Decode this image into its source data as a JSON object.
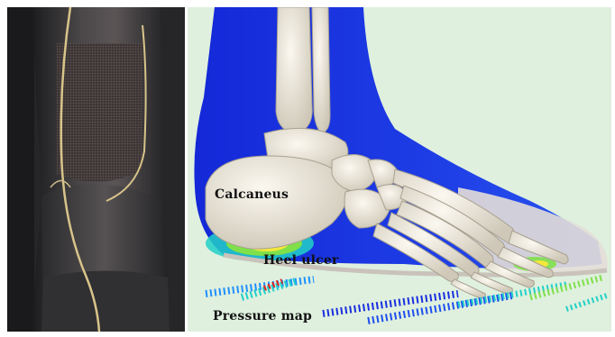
{
  "labels": {
    "calcaneus": "Calcaneus",
    "heel_ulcer": "Heel ulcer",
    "pressure_map": "Pressure map"
  },
  "colors": {
    "model_background": "#dff0de",
    "soft_tissue": "#1a2fe0",
    "bone": "#ebe6da",
    "stocking": "#3a3a3d",
    "seam": "#d8c48a"
  },
  "pressure_scale": [
    "#1a2fe0",
    "#1e90ff",
    "#22d0c8",
    "#7fe04a",
    "#f2e83a",
    "#f08a2a",
    "#e02020"
  ]
}
